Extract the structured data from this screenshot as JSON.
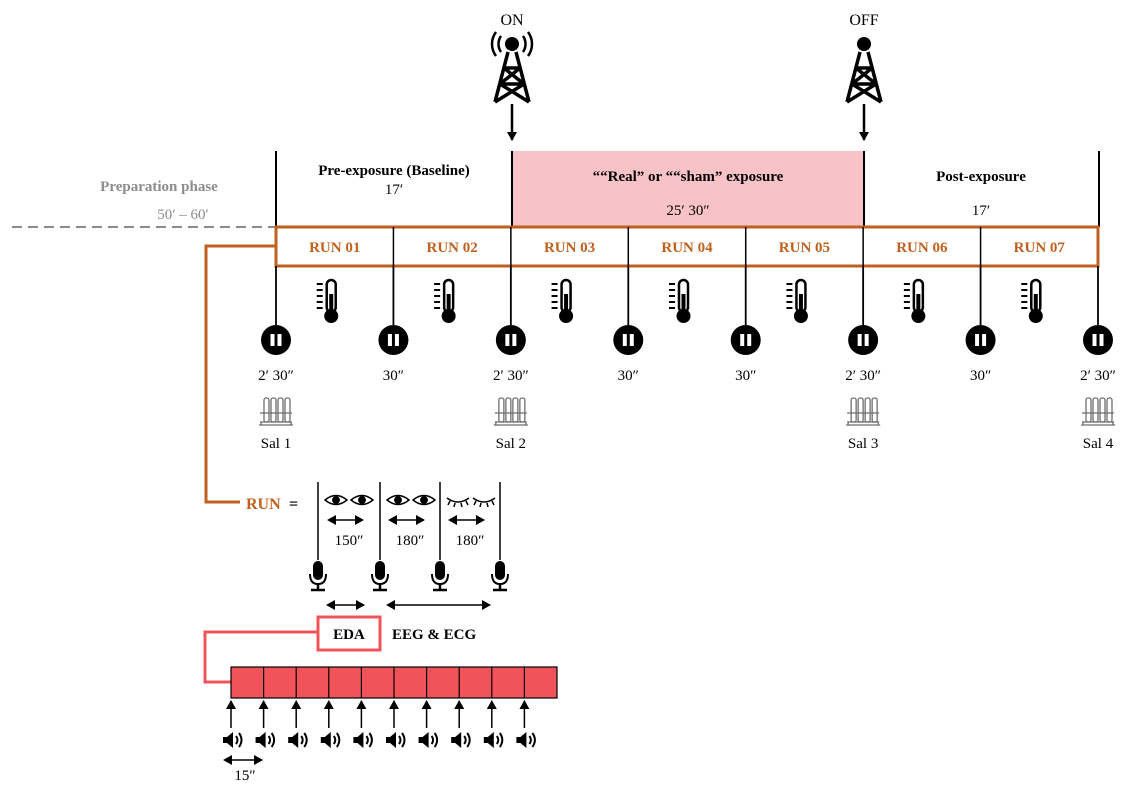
{
  "tower": {
    "on_label": "ON",
    "off_label": "OFF"
  },
  "preparation": {
    "title": "Preparation phase",
    "duration": "50′ – 60′"
  },
  "phases": [
    {
      "title": "Pre-exposure (Baseline)",
      "duration": "17′"
    },
    {
      "title": "““Real” or ““sham” exposure",
      "duration": "25′ 30″"
    },
    {
      "title": "Post-exposure",
      "duration": "17′"
    }
  ],
  "runs": [
    "RUN 01",
    "RUN 02",
    "RUN 03",
    "RUN 04",
    "RUN 05",
    "RUN 06",
    "RUN 07"
  ],
  "breaks": [
    "2′ 30″",
    "30″",
    "2′ 30″",
    "30″",
    "30″",
    "2′ 30″",
    "30″",
    "2′ 30″"
  ],
  "saliva": [
    "Sal 1",
    "Sal 2",
    "Sal 3",
    "Sal 4"
  ],
  "run_detail": {
    "label": "RUN",
    "equals": "=",
    "segments": [
      "150″",
      "180″",
      "180″"
    ],
    "eda_label": "EDA",
    "eeg_ecg_label": "EEG & ECG"
  },
  "stimulus": {
    "interval": "15″"
  },
  "colors": {
    "run_orange": "#C0601E",
    "exposure_pink": "#F8C3C6",
    "eda_red": "#F0545A",
    "gray_text": "#8C8C8C",
    "ink": "#000000"
  },
  "icons": [
    "radio-tower-icon",
    "thermometer-icon",
    "pause-icon",
    "test-tube-rack-icon",
    "open-eye-icon",
    "closed-eye-icon",
    "microphone-icon",
    "speaker-icon"
  ]
}
